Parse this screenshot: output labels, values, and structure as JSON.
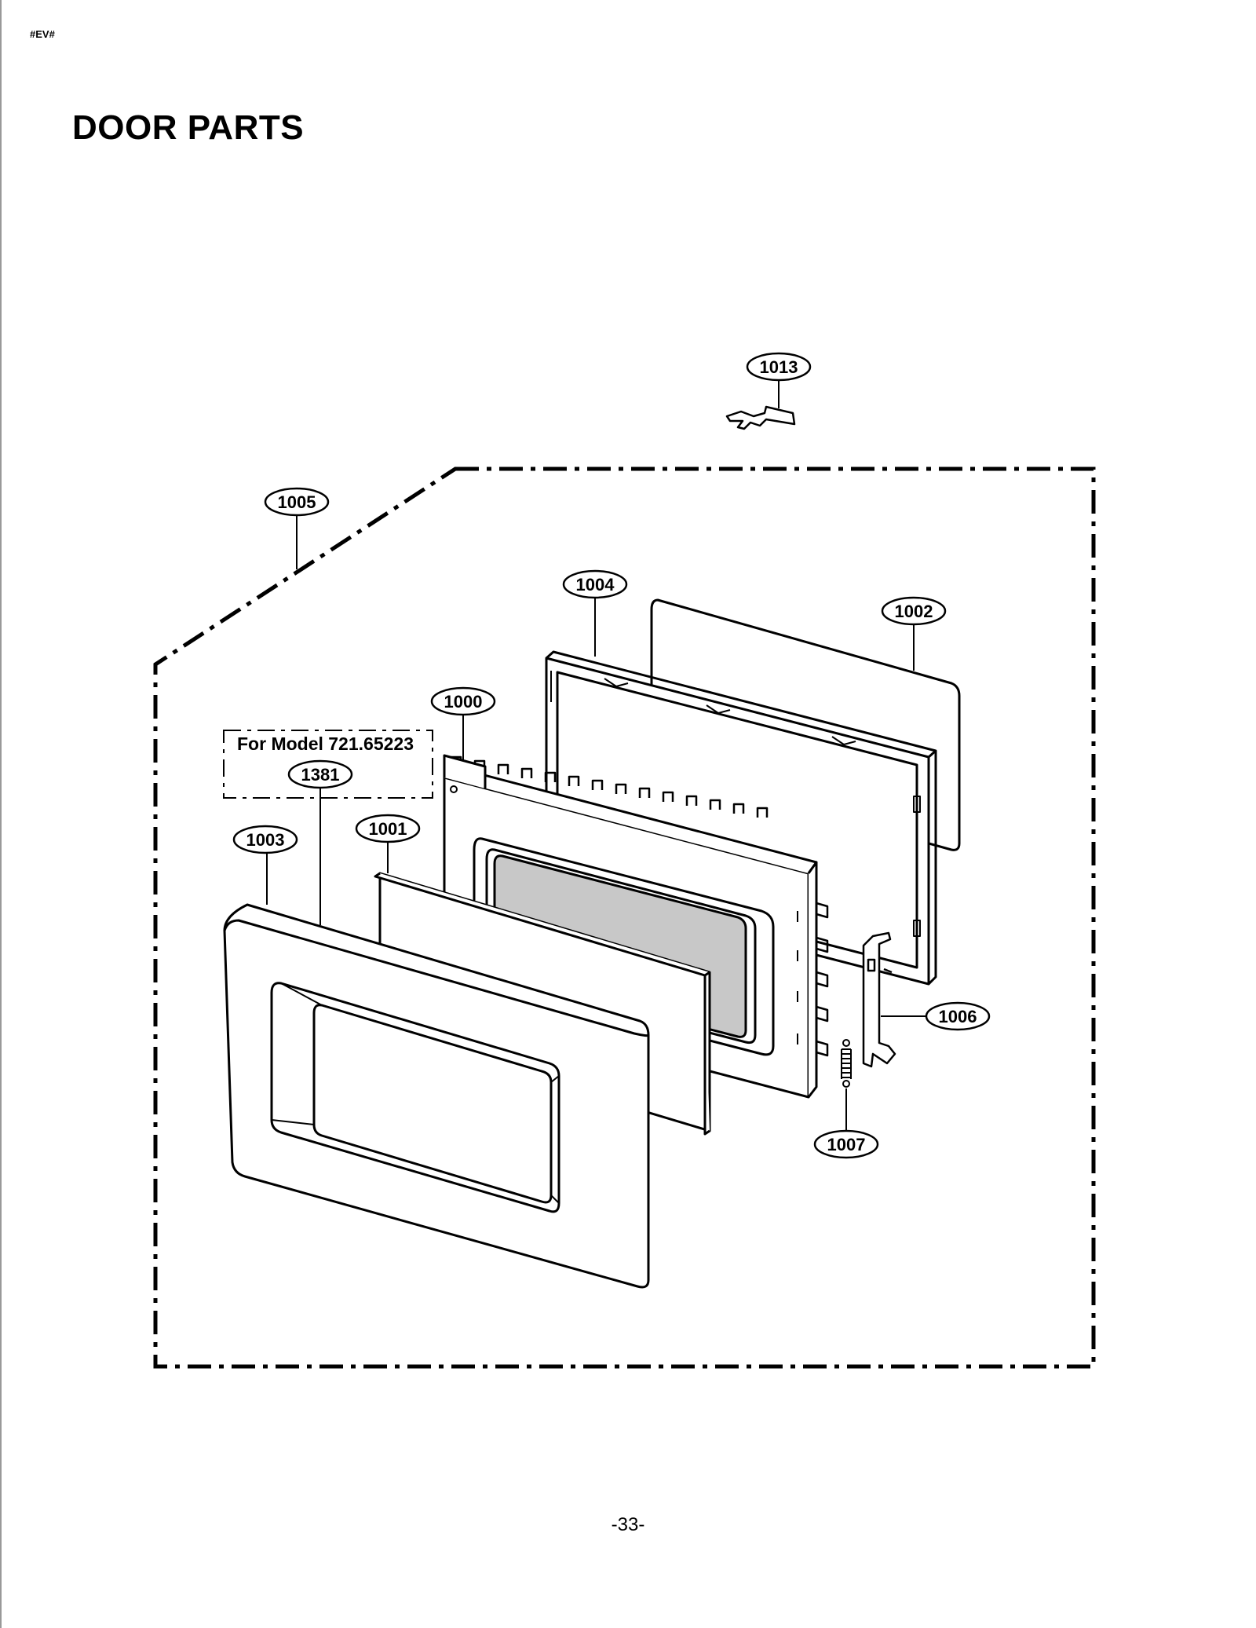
{
  "header": {
    "mark": "#EV#"
  },
  "page": {
    "title": "DOOR PARTS",
    "number": "-33-"
  },
  "variant_box": {
    "label": "For Model  721.65223"
  },
  "callouts": {
    "c1013": "1013",
    "c1005": "1005",
    "c1004": "1004",
    "c1002": "1002",
    "c1000": "1000",
    "c1381": "1381",
    "c1001": "1001",
    "c1003": "1003",
    "c1006": "1006",
    "c1007": "1007"
  }
}
